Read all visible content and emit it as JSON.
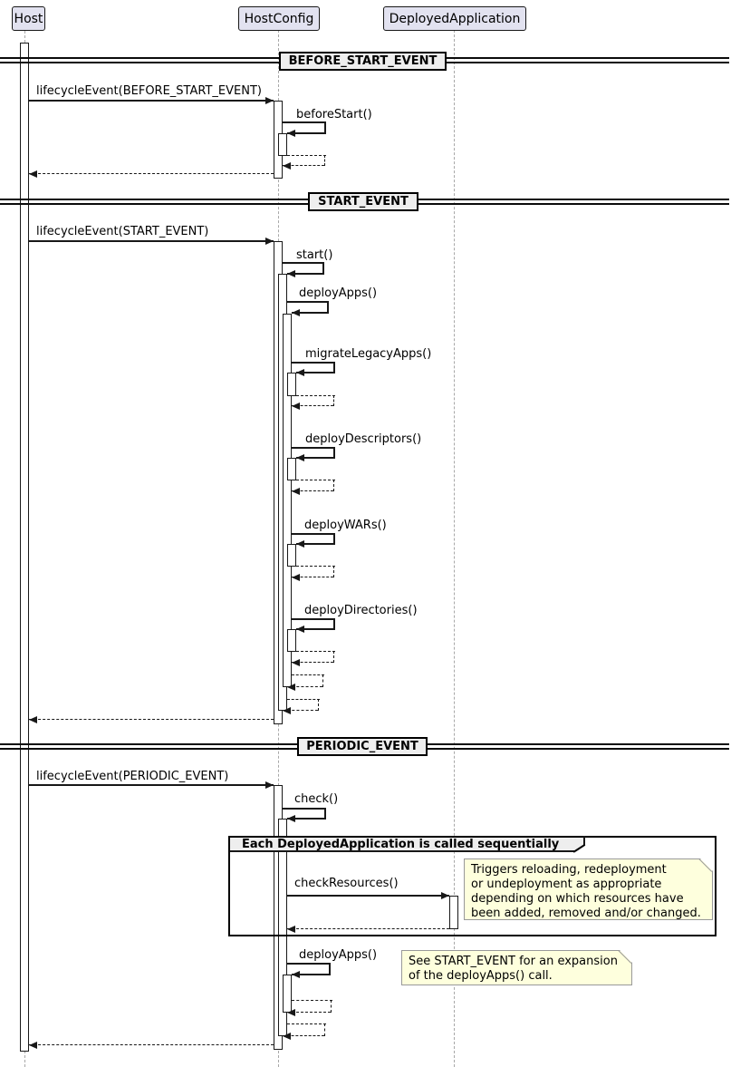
{
  "diagram": {
    "participants": [
      {
        "label": "Host"
      },
      {
        "label": "HostConfig"
      },
      {
        "label": "DeployedApplication"
      }
    ],
    "dividers": [
      {
        "label": "BEFORE_START_EVENT"
      },
      {
        "label": "START_EVENT"
      },
      {
        "label": "PERIODIC_EVENT"
      }
    ],
    "messages": {
      "lifecycle_before_start": "lifecycleEvent(BEFORE_START_EVENT)",
      "before_start": "beforeStart()",
      "lifecycle_start": "lifecycleEvent(START_EVENT)",
      "start": "start()",
      "deploy_apps": "deployApps()",
      "migrate_legacy_apps": "migrateLegacyApps()",
      "deploy_descriptors": "deployDescriptors()",
      "deploy_wars": "deployWARs()",
      "deploy_directories": "deployDirectories()",
      "lifecycle_periodic": "lifecycleEvent(PERIODIC_EVENT)",
      "check": "check()",
      "check_resources": "checkResources()",
      "deploy_apps_periodic": "deployApps()"
    },
    "group": {
      "label": "Each DeployedApplication is called sequentially"
    },
    "notes": [
      {
        "text": "Triggers reloading, redeployment\nor undeployment as appropriate\ndepending on which resources have\nbeen added, removed and/or changed."
      },
      {
        "text": "See START_EVENT for an expansion\nof the deployApps() call."
      }
    ],
    "colors": {
      "participant_fill": "#E2E2F0",
      "participant_border": "#181818",
      "divider_fill": "#EEEEEE",
      "group_header_fill": "#EEEEEE",
      "note_fill": "#FEFFDD",
      "note_border": "#999999",
      "line": "#181818",
      "lifeline": "#A8A8A8"
    }
  }
}
